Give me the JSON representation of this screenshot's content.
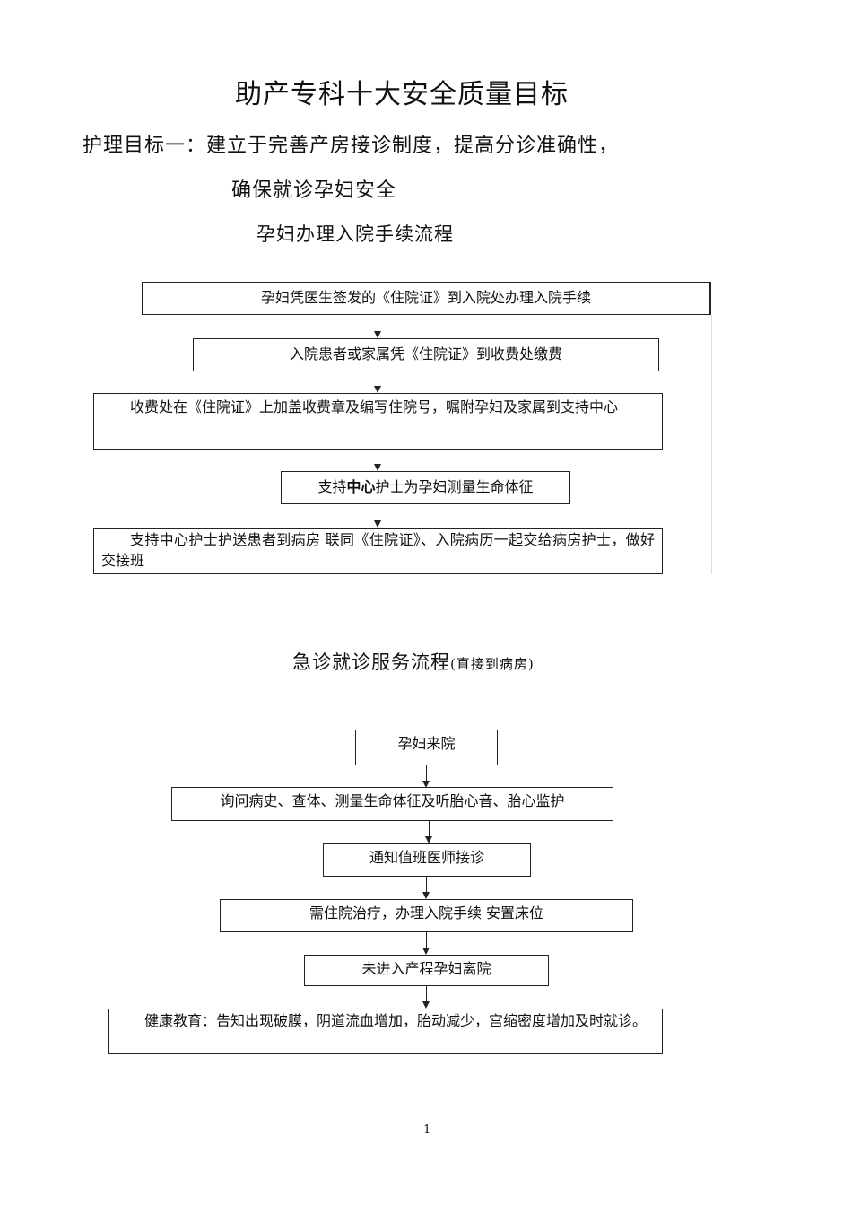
{
  "page_title": "助产专科十大安全质量目标",
  "goal": {
    "line1": "护理目标一：建立于完善产房接诊制度，提高分诊准确性，",
    "line2": "确保就诊孕妇安全"
  },
  "flow1": {
    "title": "孕妇办理入院手续流程",
    "step1": "孕妇凭医生签发的《住院证》到入院处办理入院手续",
    "step2": "入院患者或家属凭《住院证》到收费处缴费",
    "step3": "收费处在《住院证》上加盖收费章及编写住院号，嘱附孕妇及家属到支持中心",
    "step4_pre": "支持",
    "step4_bold": "中心",
    "step4_post": "护士为孕妇测量生命体征",
    "step5": "支持中心护士护送患者到病房   联同《住院证》、入院病历一起交给病房护士，做好交接班"
  },
  "flow2": {
    "title": "急诊就诊服务流程",
    "title_note": "(直接到病房)",
    "step1": "孕妇来院",
    "step2": "询问病史、查体、测量生命体征及听胎心音、胎心监护",
    "step3": "通知值班医师接诊",
    "step4": "需住院治疗，办理入院手续   安置床位",
    "step5": "未进入产程孕妇离院",
    "step6": "健康教育：告知出现破膜，阴道流血增加，胎动减少，宫缩密度增加及时就诊。"
  },
  "page_number": "1"
}
